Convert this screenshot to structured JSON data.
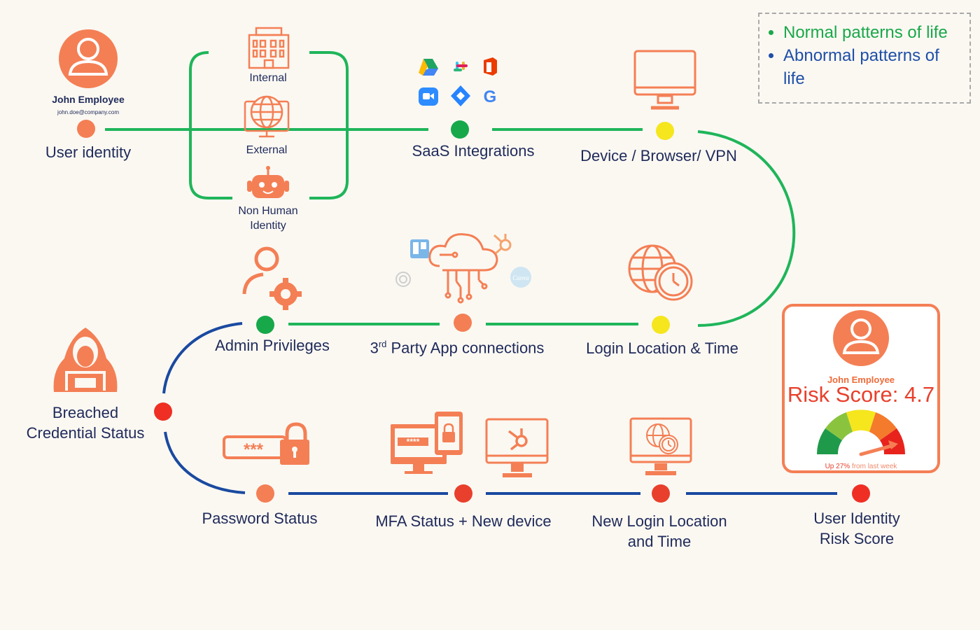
{
  "legend": {
    "normal": "Normal patterns of life",
    "abnormal": "Abnormal patterns of life"
  },
  "employee": {
    "name": "John Employee",
    "email": "john.doe@company.com"
  },
  "identity_types": {
    "internal": "Internal",
    "external": "External",
    "non_human": "Non Human Identity"
  },
  "nodes": {
    "user_identity": "User identity",
    "saas": "SaaS Integrations",
    "device": "Device / Browser/ VPN",
    "admin": "Admin Privileges",
    "third_party_pre": "3",
    "third_party_sup": "rd",
    "third_party_post": " Party App connections",
    "login": "Login Location & Time",
    "breached": "Breached Credential Status",
    "password": "Password Status",
    "mfa": "MFA Status + New device",
    "new_login": "New Login Location and Time",
    "risk": "User Identity Risk Score"
  },
  "risk_card": {
    "name": "John Employee",
    "score_label": "Risk Score: ",
    "score_value": "4.7",
    "trend_up": "Up 27%",
    "trend_rest": " from last week"
  },
  "colors": {
    "normal": "#1fb55a",
    "abnormal": "#1a4aa0",
    "accent": "#f47f55",
    "yellow": "#f5e61e",
    "red": "#e8402c"
  }
}
